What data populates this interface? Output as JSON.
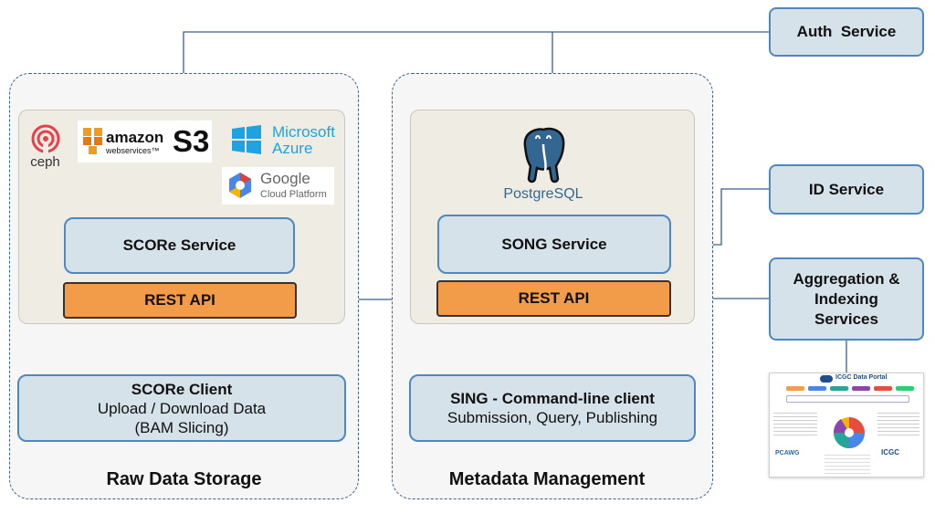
{
  "auth_service": "Auth  Service",
  "id_service": "ID Service",
  "aggregation": [
    "Aggregation &",
    "Indexing",
    "Services"
  ],
  "raw_storage": {
    "label": "Raw Data Storage",
    "service": "SCORe Service",
    "api": "REST API",
    "client": {
      "title": "SCORe Client",
      "line1": "Upload / Download Data",
      "line2": "(BAM Slicing)"
    },
    "logos": {
      "ceph": "ceph",
      "amazon1": "amazon",
      "amazon2": "webservices™",
      "s3": "S3",
      "azure1": "Microsoft",
      "azure2": "Azure",
      "google1": "Google",
      "google2": "Cloud Platform"
    }
  },
  "metadata": {
    "label": "Metadata Management",
    "service": "SONG Service",
    "api": "REST API",
    "client": {
      "title": "SING - Command-line client",
      "line1": "Submission, Query, Publishing"
    },
    "logo": "PostgreSQL"
  },
  "portal": {
    "title": "ICGC Data Portal",
    "pcawg": "PCAWG",
    "icgc": "ICGC"
  },
  "colors": {
    "api": "#f29c4a",
    "service": "#d6e2ea",
    "border": "#4f87c0"
  }
}
